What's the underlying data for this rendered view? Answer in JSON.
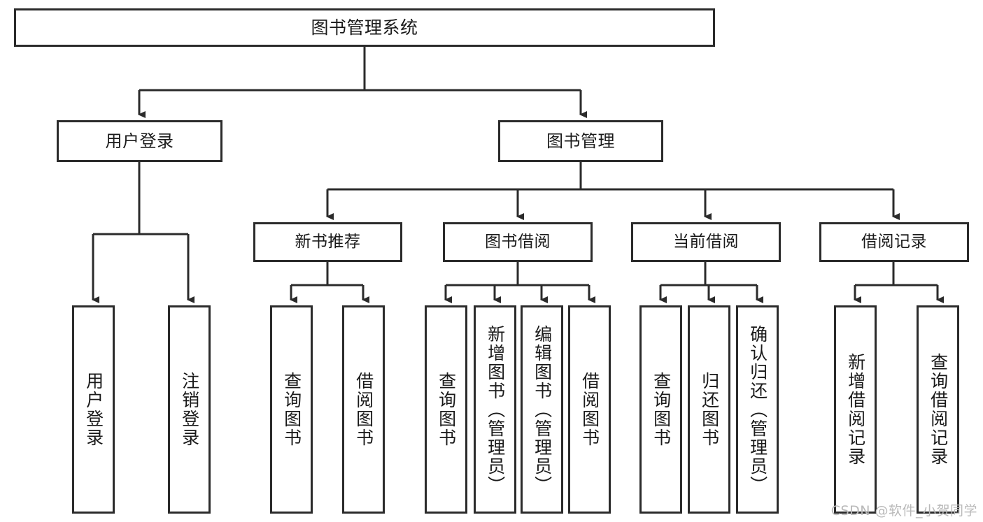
{
  "diagram": {
    "title": "图书管理系统",
    "type": "tree-hierarchy-diagram",
    "style": {
      "box_border_color": "#2b2b2b",
      "box_fill_color": "#ffffff",
      "connector_color": "#2b2b2b",
      "background_color": "#ffffff",
      "watermark_color": "#b9b9b9"
    },
    "nodes": {
      "root": {
        "label": "图书管理系统",
        "level": 0,
        "orientation": "horizontal"
      },
      "user_login": {
        "label": "用户登录",
        "level": 1,
        "orientation": "horizontal"
      },
      "book_manage": {
        "label": "图书管理",
        "level": 1,
        "orientation": "horizontal"
      },
      "new_book_rec": {
        "label": "新书推荐",
        "level": 2,
        "orientation": "horizontal"
      },
      "book_borrow": {
        "label": "图书借阅",
        "level": 2,
        "orientation": "horizontal"
      },
      "current_borrow": {
        "label": "当前借阅",
        "level": 2,
        "orientation": "horizontal"
      },
      "borrow_record": {
        "label": "借阅记录",
        "level": 2,
        "orientation": "horizontal"
      },
      "leaf_user_login": {
        "label": "用户登录",
        "level": 3,
        "orientation": "vertical"
      },
      "leaf_logout": {
        "label": "注销登录",
        "level": 3,
        "orientation": "vertical"
      },
      "leaf_query_book_a": {
        "label": "查询图书",
        "level": 3,
        "orientation": "vertical"
      },
      "leaf_borrow_book_a": {
        "label": "借阅图书",
        "level": 3,
        "orientation": "vertical"
      },
      "leaf_query_book_b": {
        "label": "查询图书",
        "level": 3,
        "orientation": "vertical"
      },
      "leaf_add_book": {
        "label": "新增图书（管理员）",
        "level": 3,
        "orientation": "vertical"
      },
      "leaf_edit_book": {
        "label": "编辑图书（管理员）",
        "level": 3,
        "orientation": "vertical"
      },
      "leaf_borrow_book_b": {
        "label": "借阅图书",
        "level": 3,
        "orientation": "vertical"
      },
      "leaf_query_book_c": {
        "label": "查询图书",
        "level": 3,
        "orientation": "vertical"
      },
      "leaf_return_book": {
        "label": "归还图书",
        "level": 3,
        "orientation": "vertical"
      },
      "leaf_confirm_return": {
        "label": "确认归还（管理员）",
        "level": 3,
        "orientation": "vertical"
      },
      "leaf_add_record": {
        "label": "新增借阅记录",
        "level": 3,
        "orientation": "vertical"
      },
      "leaf_query_record": {
        "label": "查询借阅记录",
        "level": 3,
        "orientation": "vertical"
      }
    },
    "edges": [
      {
        "from": "root",
        "to": "user_login"
      },
      {
        "from": "root",
        "to": "book_manage"
      },
      {
        "from": "user_login",
        "to": "leaf_user_login"
      },
      {
        "from": "user_login",
        "to": "leaf_logout"
      },
      {
        "from": "book_manage",
        "to": "new_book_rec"
      },
      {
        "from": "book_manage",
        "to": "book_borrow"
      },
      {
        "from": "book_manage",
        "to": "current_borrow"
      },
      {
        "from": "book_manage",
        "to": "borrow_record"
      },
      {
        "from": "new_book_rec",
        "to": "leaf_query_book_a"
      },
      {
        "from": "new_book_rec",
        "to": "leaf_borrow_book_a"
      },
      {
        "from": "book_borrow",
        "to": "leaf_query_book_b"
      },
      {
        "from": "book_borrow",
        "to": "leaf_add_book"
      },
      {
        "from": "book_borrow",
        "to": "leaf_edit_book"
      },
      {
        "from": "book_borrow",
        "to": "leaf_borrow_book_b"
      },
      {
        "from": "current_borrow",
        "to": "leaf_query_book_c"
      },
      {
        "from": "current_borrow",
        "to": "leaf_return_book"
      },
      {
        "from": "current_borrow",
        "to": "leaf_confirm_return"
      },
      {
        "from": "borrow_record",
        "to": "leaf_add_record"
      },
      {
        "from": "borrow_record",
        "to": "leaf_query_record"
      }
    ]
  },
  "watermark": {
    "text": "CSDN @软件_小贺同学"
  }
}
